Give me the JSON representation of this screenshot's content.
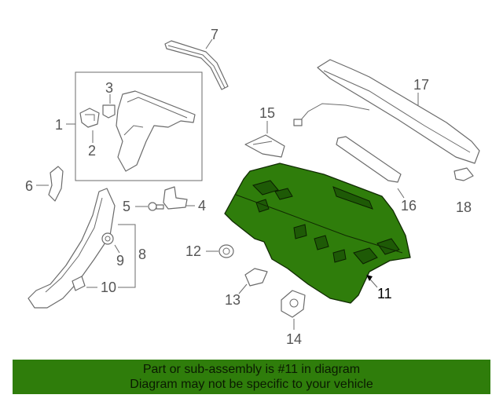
{
  "callouts": {
    "c1": "1",
    "c2": "2",
    "c3": "3",
    "c4": "4",
    "c5": "5",
    "c6": "6",
    "c7": "7",
    "c8": "8",
    "c9": "9",
    "c10": "10",
    "c11": "11",
    "c12": "12",
    "c13": "13",
    "c14": "14",
    "c15": "15",
    "c16": "16",
    "c17": "17",
    "c18": "18"
  },
  "highlighted_part": "11",
  "colors": {
    "highlight": "#2f7d0b",
    "line": "#6b6b6b",
    "banner": "#2f7d0b"
  },
  "banner": {
    "line1": "Part or sub-assembly is #11 in diagram",
    "line2": "Diagram may not be specific to your vehicle"
  }
}
